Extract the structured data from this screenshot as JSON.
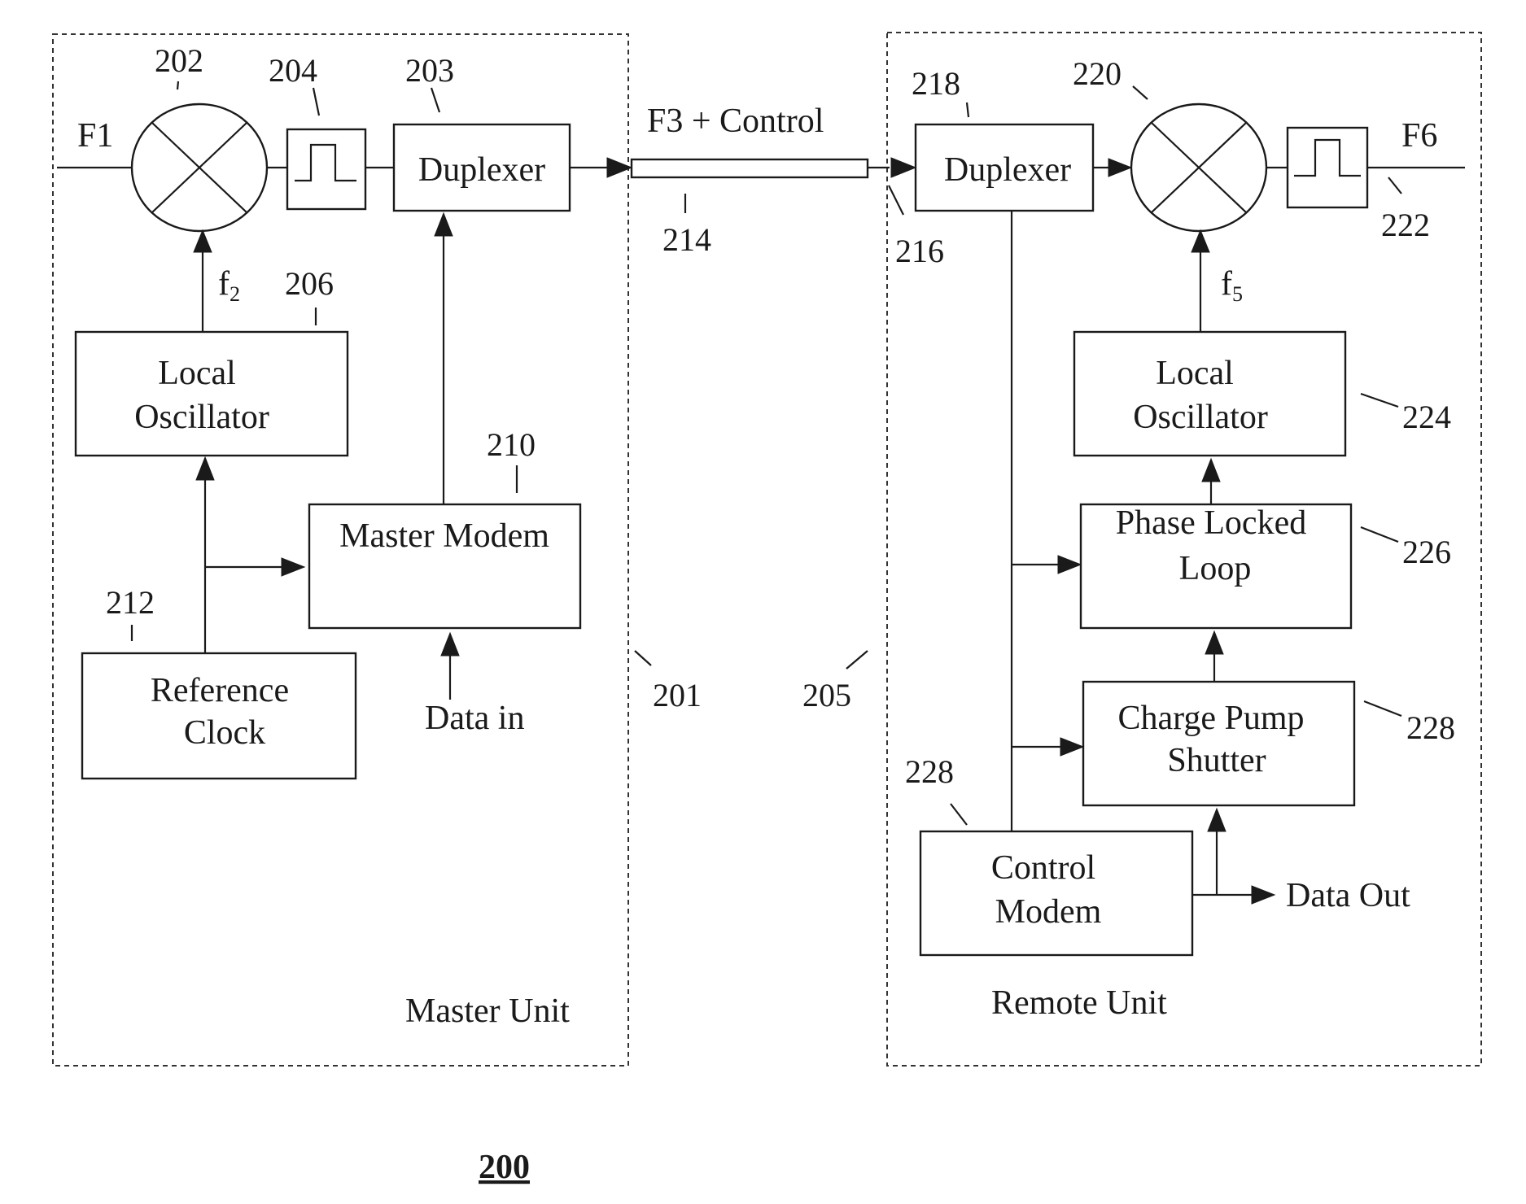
{
  "master_unit": {
    "title": "Master Unit",
    "ref": "201",
    "input_label": "F1",
    "mixer_ref": "202",
    "filter_ref": "204",
    "duplexer": {
      "label": "Duplexer",
      "ref": "203"
    },
    "local_oscillator": {
      "line1": "Local",
      "line2": "Oscillator",
      "ref": "206",
      "freq_base": "f",
      "freq_sub": "2"
    },
    "master_modem": {
      "label": "Master Modem",
      "ref": "210",
      "input_label": "Data in"
    },
    "reference_clock": {
      "line1": "Reference",
      "line2": "Clock",
      "ref": "212"
    }
  },
  "link": {
    "label": "F3 + Control",
    "ref": "214",
    "rx_ref": "216"
  },
  "remote_unit": {
    "title": "Remote Unit",
    "ref": "205",
    "duplexer": {
      "label": "Duplexer",
      "ref": "218"
    },
    "mixer_ref": "220",
    "output_label": "F6",
    "filter_ref": "222",
    "local_oscillator": {
      "line1": "Local",
      "line2": "Oscillator",
      "ref": "224",
      "freq_base": "f",
      "freq_sub": "5"
    },
    "pll": {
      "line1": "Phase Locked",
      "line2": "Loop",
      "ref": "226"
    },
    "charge_pump": {
      "line1": "Charge Pump",
      "line2": "Shutter",
      "ref": "228"
    },
    "control_modem": {
      "line1": "Control",
      "line2": "Modem",
      "ref": "228"
    },
    "output_data_label": "Data Out"
  },
  "figure_number": "200"
}
